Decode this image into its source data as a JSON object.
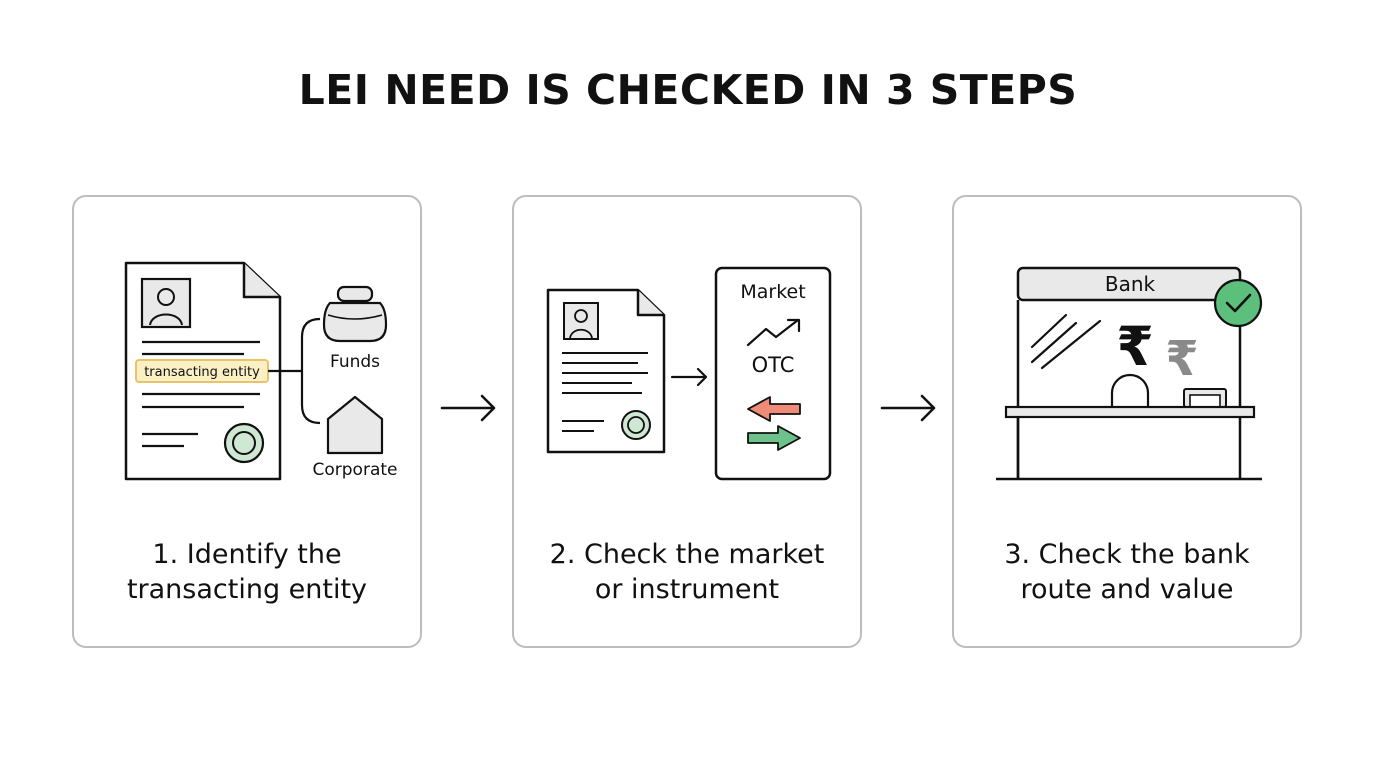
{
  "title": "LEI NEED IS CHECKED IN 3 STEPS",
  "steps": [
    {
      "caption_line1": "1. Identify the",
      "caption_line2": "transacting entity",
      "highlight_label": "transacting entity",
      "branch_top_label": "Funds",
      "branch_bottom_label": "Corporate",
      "icons": [
        "document-icon",
        "profile-photo-icon",
        "seal-icon",
        "jar-icon",
        "house-icon"
      ]
    },
    {
      "caption_line1": "2. Check the market",
      "caption_line2": "or instrument",
      "panel_top_label": "Market",
      "panel_middle_label": "OTC",
      "icons": [
        "document-icon",
        "trend-up-icon",
        "swap-arrows-icon"
      ]
    },
    {
      "caption_line1": "3. Check the bank",
      "caption_line2": "route and value",
      "bank_label": "Bank",
      "currency_symbol": "₹",
      "icons": [
        "bank-counter-icon",
        "rupee-icon",
        "checkmark-badge-icon"
      ]
    }
  ],
  "colors": {
    "highlight_fill": "#fbefc4",
    "highlight_stroke": "#e8c36a",
    "seal_green": "#cfe8d4",
    "check_green": "#5cbf7c",
    "arrow_red": "#ef8b78",
    "arrow_green": "#6cc28a",
    "card_border": "#bdbdbd"
  }
}
